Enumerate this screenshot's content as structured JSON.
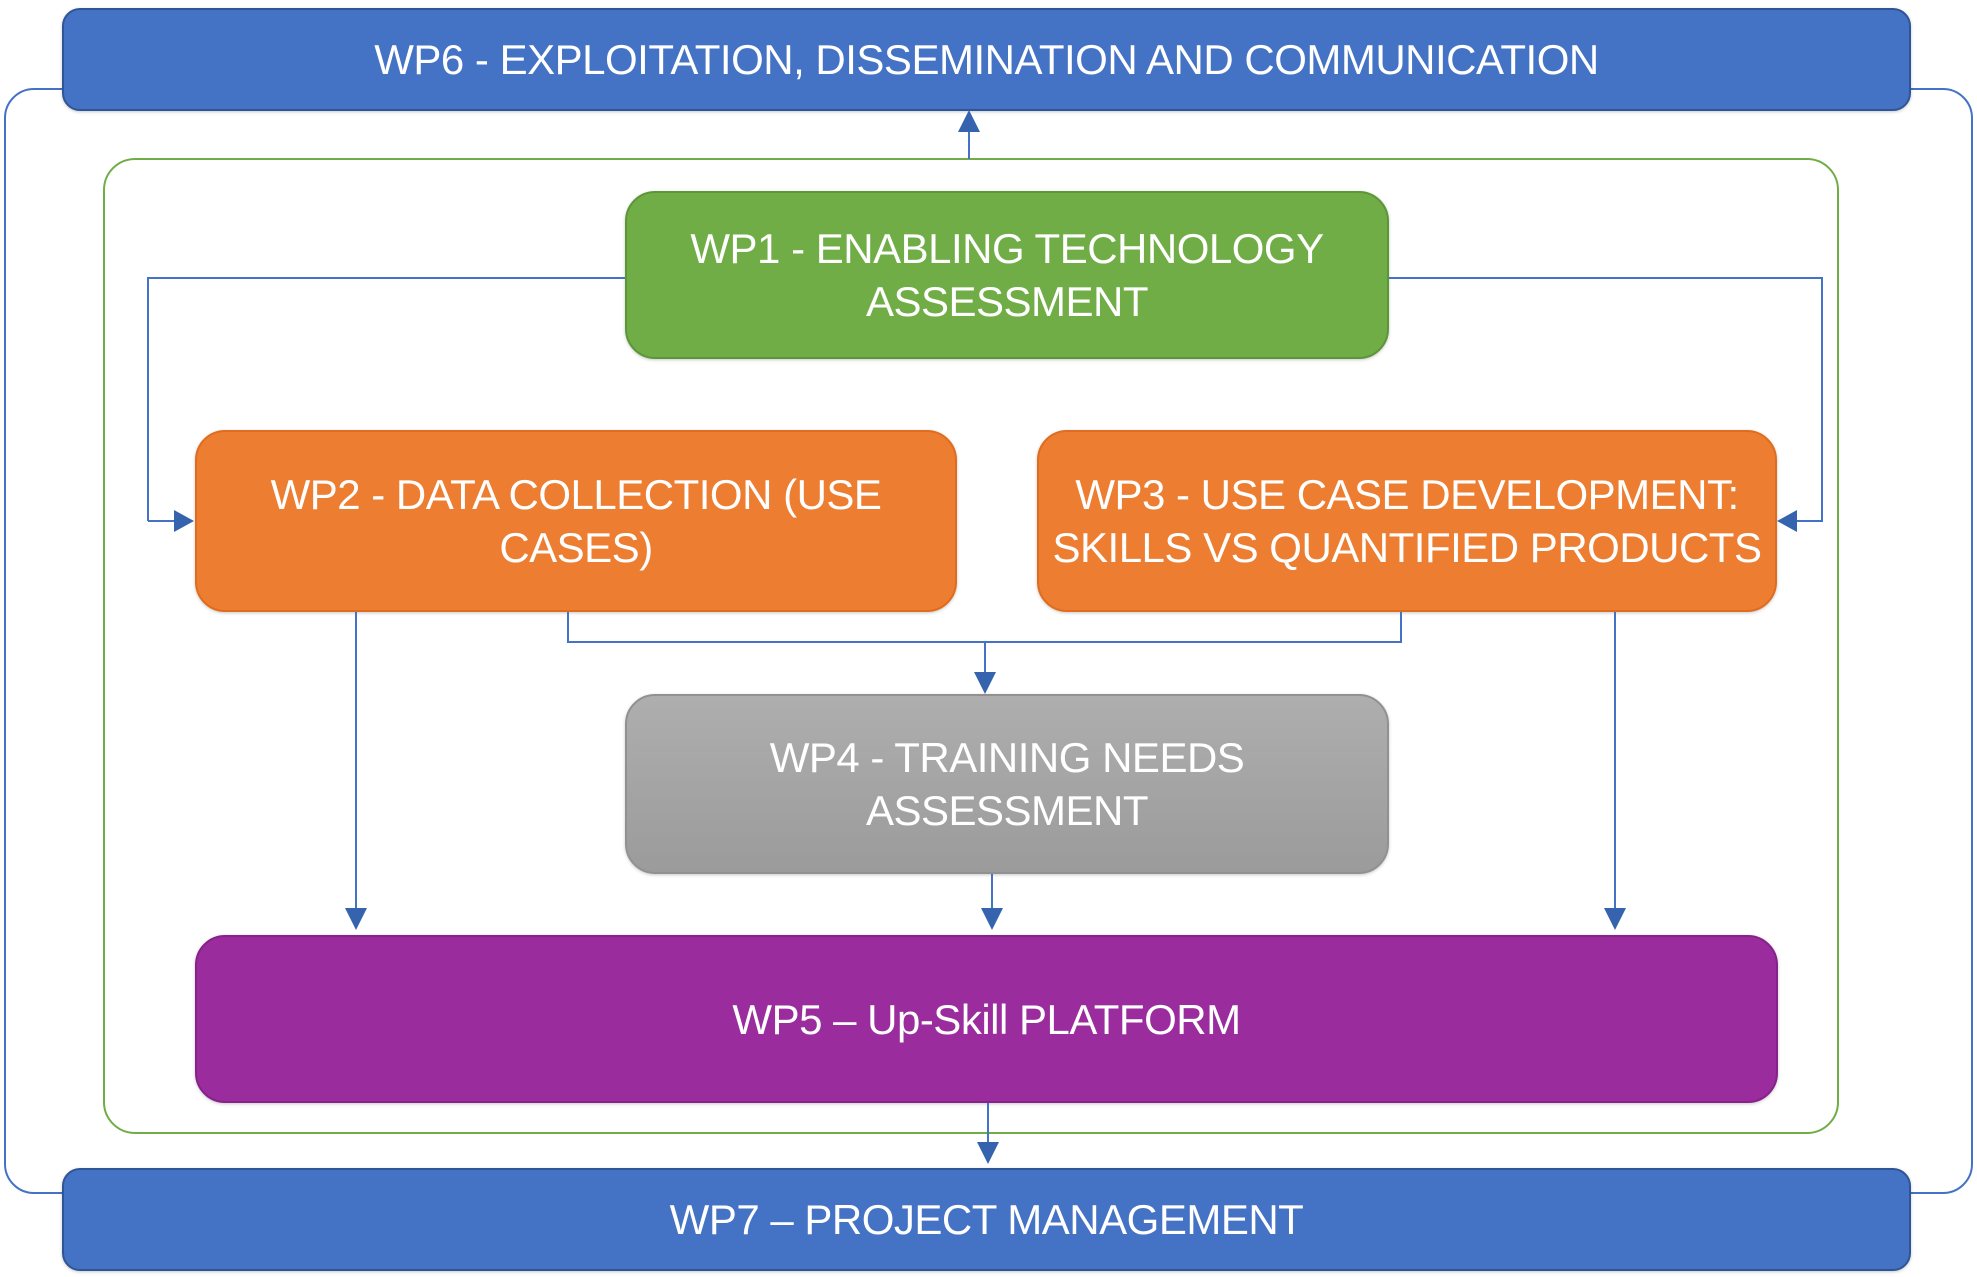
{
  "diagram": {
    "boxes": {
      "wp6": {
        "label": "WP6 - EXPLOITATION, DISSEMINATION AND COMMUNICATION"
      },
      "wp1": {
        "line1": "WP1 - ENABLING TECHNOLOGY",
        "line2": "ASSESSMENT"
      },
      "wp2": {
        "label": "WP2 - DATA COLLECTION (USE CASES)"
      },
      "wp3": {
        "line1": "WP3 - USE CASE DEVELOPMENT:",
        "line2": "SKILLS VS QUANTIFIED PRODUCTS"
      },
      "wp4": {
        "label": "WP4 - TRAINING NEEDS ASSESSMENT"
      },
      "wp5": {
        "label": "WP5 – Up-Skill PLATFORM"
      },
      "wp7": {
        "label": "WP7 – PROJECT MANAGEMENT"
      }
    }
  },
  "colors": {
    "background": "#FFFFFF",
    "blue": "#4472C4",
    "blue-border": "#2F5597",
    "green": "#70AD47",
    "green-border": "#5D9638",
    "orange": "#ED7D31",
    "orange-border": "#E06C1F",
    "gray-light": "#AEAEAE",
    "gray-dark": "#9B9B9B",
    "gray-border": "#919191",
    "purple": "#9A2C9D",
    "purple-border": "#87228A",
    "connector": "#4472C4",
    "arrowhead": "#3563AE",
    "text": "#FFFFFF"
  }
}
